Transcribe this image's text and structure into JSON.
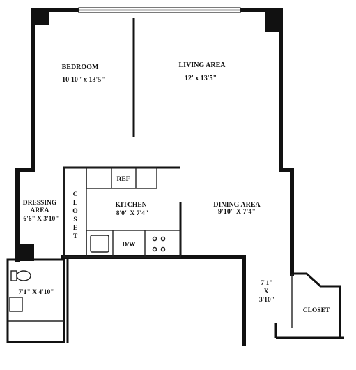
{
  "rooms": {
    "bedroom": {
      "name": "BEDROOM",
      "size": "10'10\" x 13'5\""
    },
    "living": {
      "name": "LIVING AREA",
      "size": "12' x 13'5\""
    },
    "dressing": {
      "name_line1": "DRESSING",
      "name_line2": "AREA",
      "size": "6'6\" X 3'10\""
    },
    "closet_vertical": {
      "letters": [
        "C",
        "L",
        "O",
        "S",
        "E",
        "T"
      ]
    },
    "kitchen": {
      "name": "KITCHEN",
      "size": "8'0\" X 7'4\""
    },
    "dining": {
      "name": "DINING AREA",
      "size": "9'10\" X 7'4\""
    },
    "bath": {
      "size": "7'1\" X 4'10\""
    },
    "foyer": {
      "line1": "7'1\"",
      "line2": "X",
      "line3": "3'10\""
    },
    "closet_right": {
      "name": "CLOSET"
    }
  },
  "appliances": {
    "refrigerator": "REF",
    "dishwasher": "D/W"
  }
}
